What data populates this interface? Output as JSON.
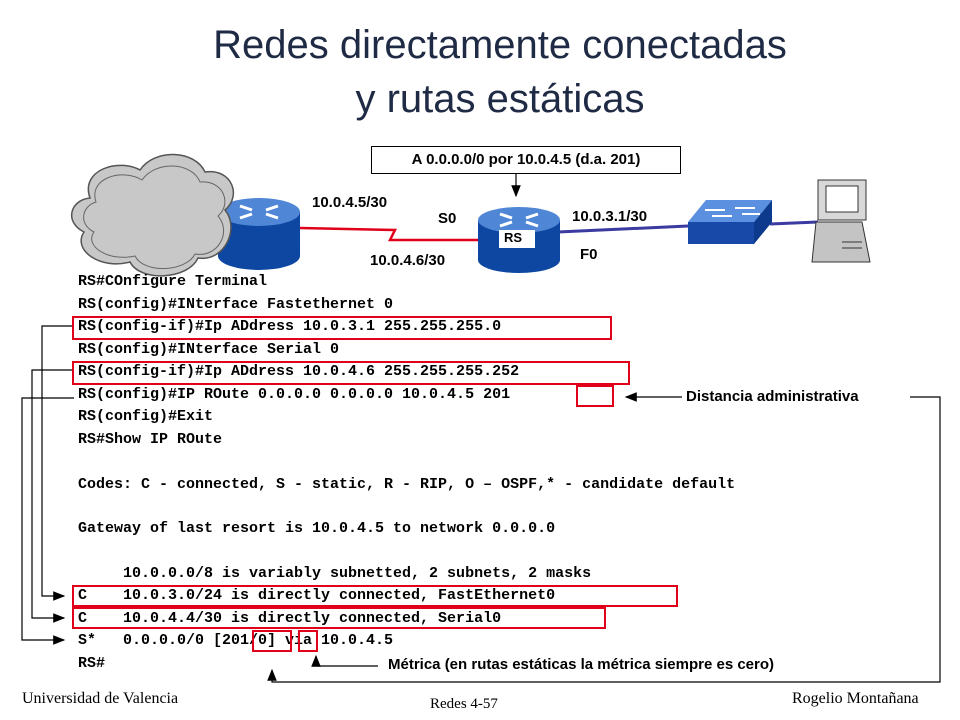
{
  "title": {
    "line1": "Redes directamente conectadas",
    "line2": "y rutas estáticas"
  },
  "callout": "A 0.0.0.0/0 por 10.0.4.5 (d.a. 201)",
  "network": {
    "left_ip": "10.0.4.5/30",
    "serial_label": "S0",
    "router_ip": "10.0.4.6/30",
    "fast_ip": "10.0.3.1/30",
    "fast_label": "F0",
    "router_name": "RS"
  },
  "code_lines": [
    "RS#COnfigure Terminal",
    "RS(config)#INterface Fastethernet 0",
    "RS(config-if)#Ip ADdress 10.0.3.1 255.255.255.0",
    "RS(config)#INterface Serial 0",
    "RS(config-if)#Ip ADdress 10.0.4.6 255.255.255.252",
    "RS(config)#IP ROute 0.0.0.0 0.0.0.0 10.0.4.5 201",
    "RS(config)#Exit",
    "RS#Show IP ROute",
    "Codes: C - connected, S - static, R - RIP, O – OSPF,* - candidate default",
    "Gateway of last resort is 10.0.4.5 to network 0.0.0.0",
    "     10.0.0.0/8 is variably subnetted, 2 subnets, 2 masks",
    "C    10.0.3.0/24 is directly connected, FastEthernet0",
    "C    10.0.4.4/30 is directly connected, Serial0",
    "S*   0.0.0.0/0 [201/0] via 10.0.4.5",
    "RS#"
  ],
  "annotations": {
    "admin_distance": "Distancia administrativa",
    "metric": "Métrica (en rutas estáticas la métrica siempre es cero)"
  },
  "footer": {
    "left": "Universidad de Valencia",
    "center": "Redes 4-57",
    "right": "Rogelio Montañana"
  },
  "colors": {
    "title": "#1f2a44",
    "router": "#1565c0",
    "highlight": "#e1001a",
    "serial_link": "#e1001a",
    "ethernet_link": "#3a3aa0"
  }
}
